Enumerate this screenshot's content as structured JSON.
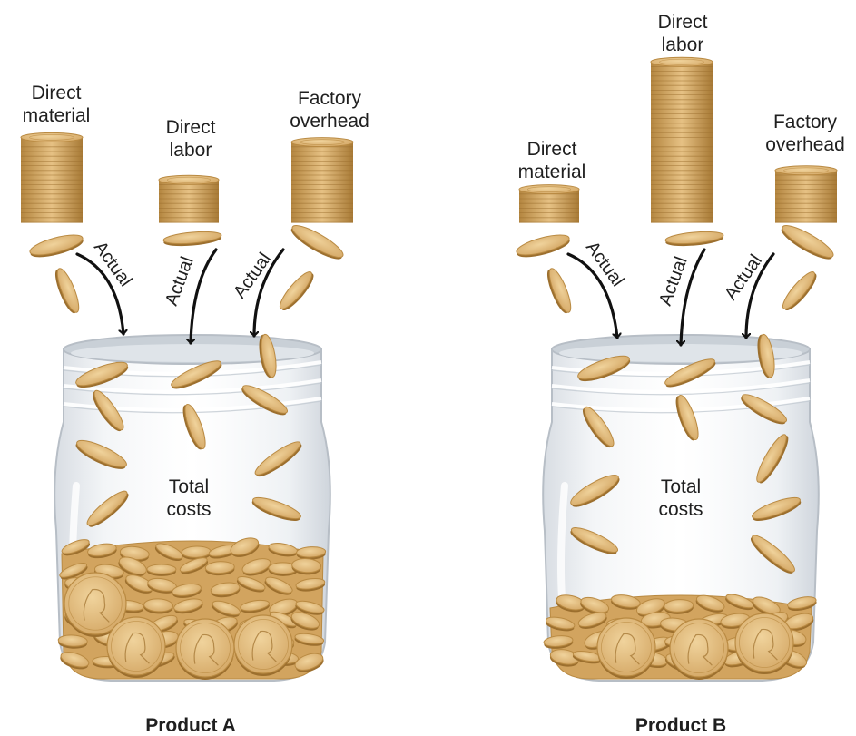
{
  "panels": [
    {
      "caption": "Product A",
      "jar_label": [
        "Total",
        "costs"
      ],
      "inputs": [
        {
          "label": [
            "Direct",
            "material"
          ],
          "arrow_label": "Actual"
        },
        {
          "label": [
            "Direct",
            "labor"
          ],
          "arrow_label": "Actual"
        },
        {
          "label": [
            "Factory",
            "overhead"
          ],
          "arrow_label": "Actual"
        }
      ]
    },
    {
      "caption": "Product B",
      "jar_label": [
        "Total",
        "costs"
      ],
      "inputs": [
        {
          "label": [
            "Direct",
            "material"
          ],
          "arrow_label": "Actual"
        },
        {
          "label": [
            "Direct",
            "labor"
          ],
          "arrow_label": "Actual"
        },
        {
          "label": [
            "Factory",
            "overhead"
          ],
          "arrow_label": "Actual"
        }
      ]
    }
  ],
  "colors": {
    "coin_face": "#e3bd7e",
    "coin_edge": "#b98a42",
    "coin_shadow": "#9c6f2e",
    "jar_glass": "#e4e8ec",
    "jar_outline": "#b7bec6",
    "arrow": "#111111"
  }
}
